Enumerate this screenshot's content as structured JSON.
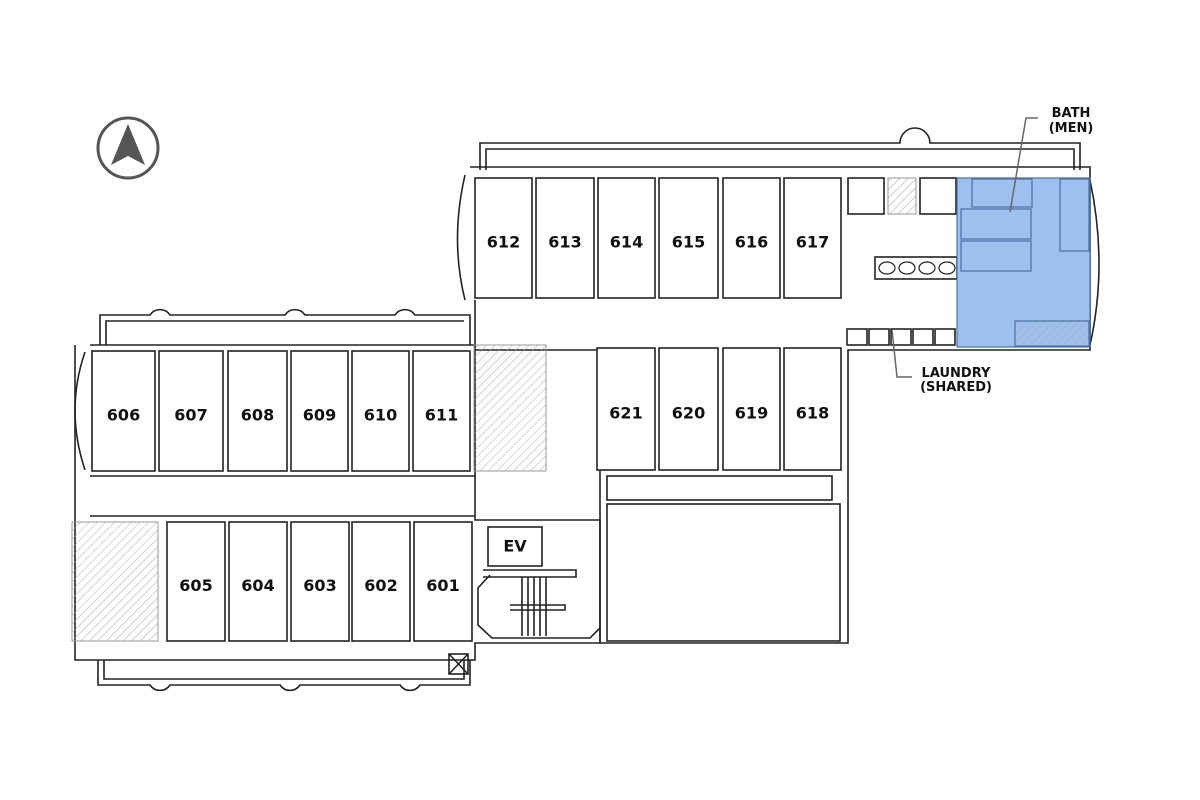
{
  "title": "6th Floor Plan",
  "rooms": {
    "top": [
      "612",
      "613",
      "614",
      "615",
      "616",
      "617"
    ],
    "middle": [
      "621",
      "620",
      "619",
      "618"
    ],
    "left_upper": [
      "606",
      "607",
      "608",
      "609",
      "610",
      "611"
    ],
    "left_lower": [
      "605",
      "604",
      "603",
      "602",
      "601"
    ]
  },
  "elevator_label": "EV",
  "bath": {
    "line1": "BATH",
    "line2": "(MEN)"
  },
  "laundry": {
    "line1": "LAUNDRY",
    "line2": "(SHARED)"
  },
  "colors": {
    "bath_fill": "#9ec0ee",
    "bath_stroke": "#4a6fa8",
    "compass": "#555555"
  },
  "compass_icon": "north-arrow"
}
